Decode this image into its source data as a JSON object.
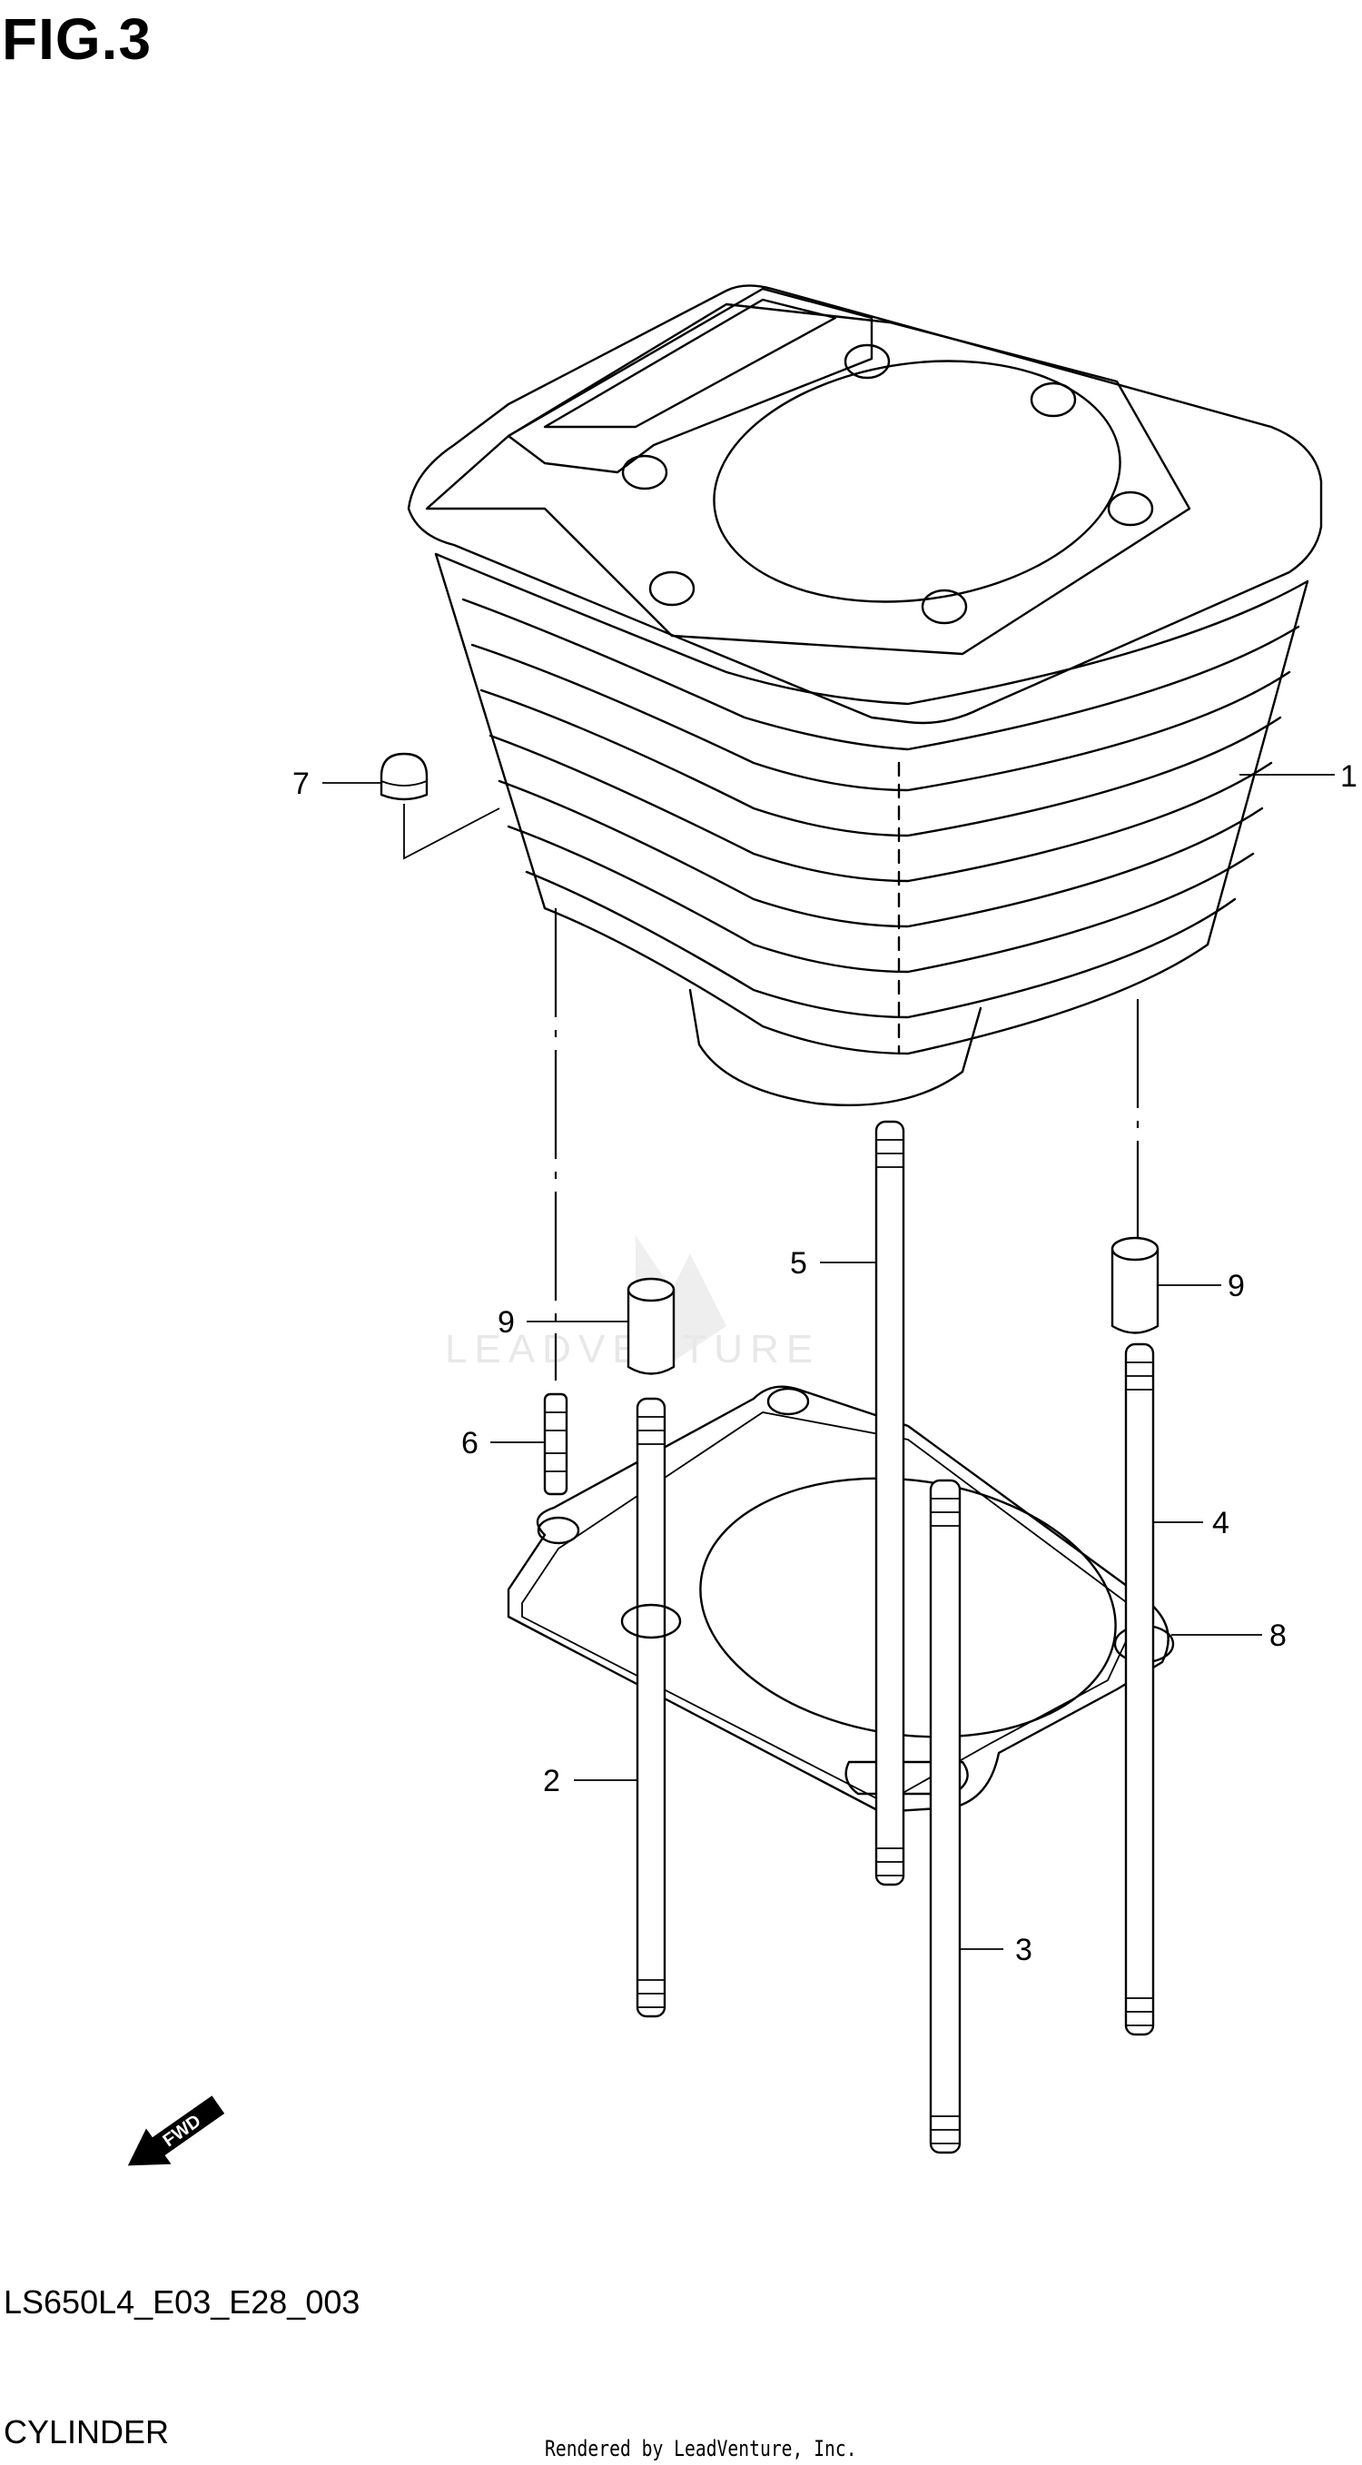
{
  "figure": {
    "title": "FIG.3",
    "code": "LS650L4_E03_E28_003",
    "name": "CYLINDER",
    "credit": "Rendered by LeadVenture, Inc.",
    "watermark": "LEADVENTURE",
    "fwd_label": "FWD"
  },
  "callouts": [
    {
      "id": "1",
      "label": "1"
    },
    {
      "id": "2",
      "label": "2"
    },
    {
      "id": "3",
      "label": "3"
    },
    {
      "id": "4",
      "label": "4"
    },
    {
      "id": "5",
      "label": "5"
    },
    {
      "id": "6",
      "label": "6"
    },
    {
      "id": "7",
      "label": "7"
    },
    {
      "id": "8",
      "label": "8"
    },
    {
      "id": "9a",
      "label": "9"
    },
    {
      "id": "9b",
      "label": "9"
    }
  ]
}
